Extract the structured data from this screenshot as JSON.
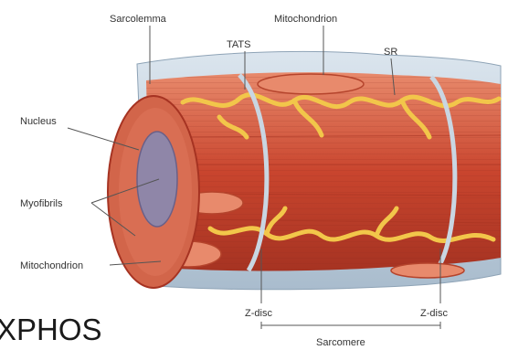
{
  "labels": {
    "sarcolemma": "Sarcolemma",
    "mitochondrion_top": "Mitochondrion",
    "tats": "TATS",
    "sr": "SR",
    "nucleus": "Nucleus",
    "myofibrils": "Myofibrils",
    "mitochondrion_bottom": "Mitochondrion",
    "z_disc_left": "Z-disc",
    "z_disc_right": "Z-disc",
    "sarcomere": "Sarcomere"
  },
  "caption": "XPHOS",
  "colors": {
    "fiber": "#c9452e",
    "fiber_light": "#e07a5c",
    "sr": "#f2c64a",
    "sarcolemma": "#b9c9d8",
    "nucleus": "#8f86a8",
    "leader": "#555555"
  }
}
